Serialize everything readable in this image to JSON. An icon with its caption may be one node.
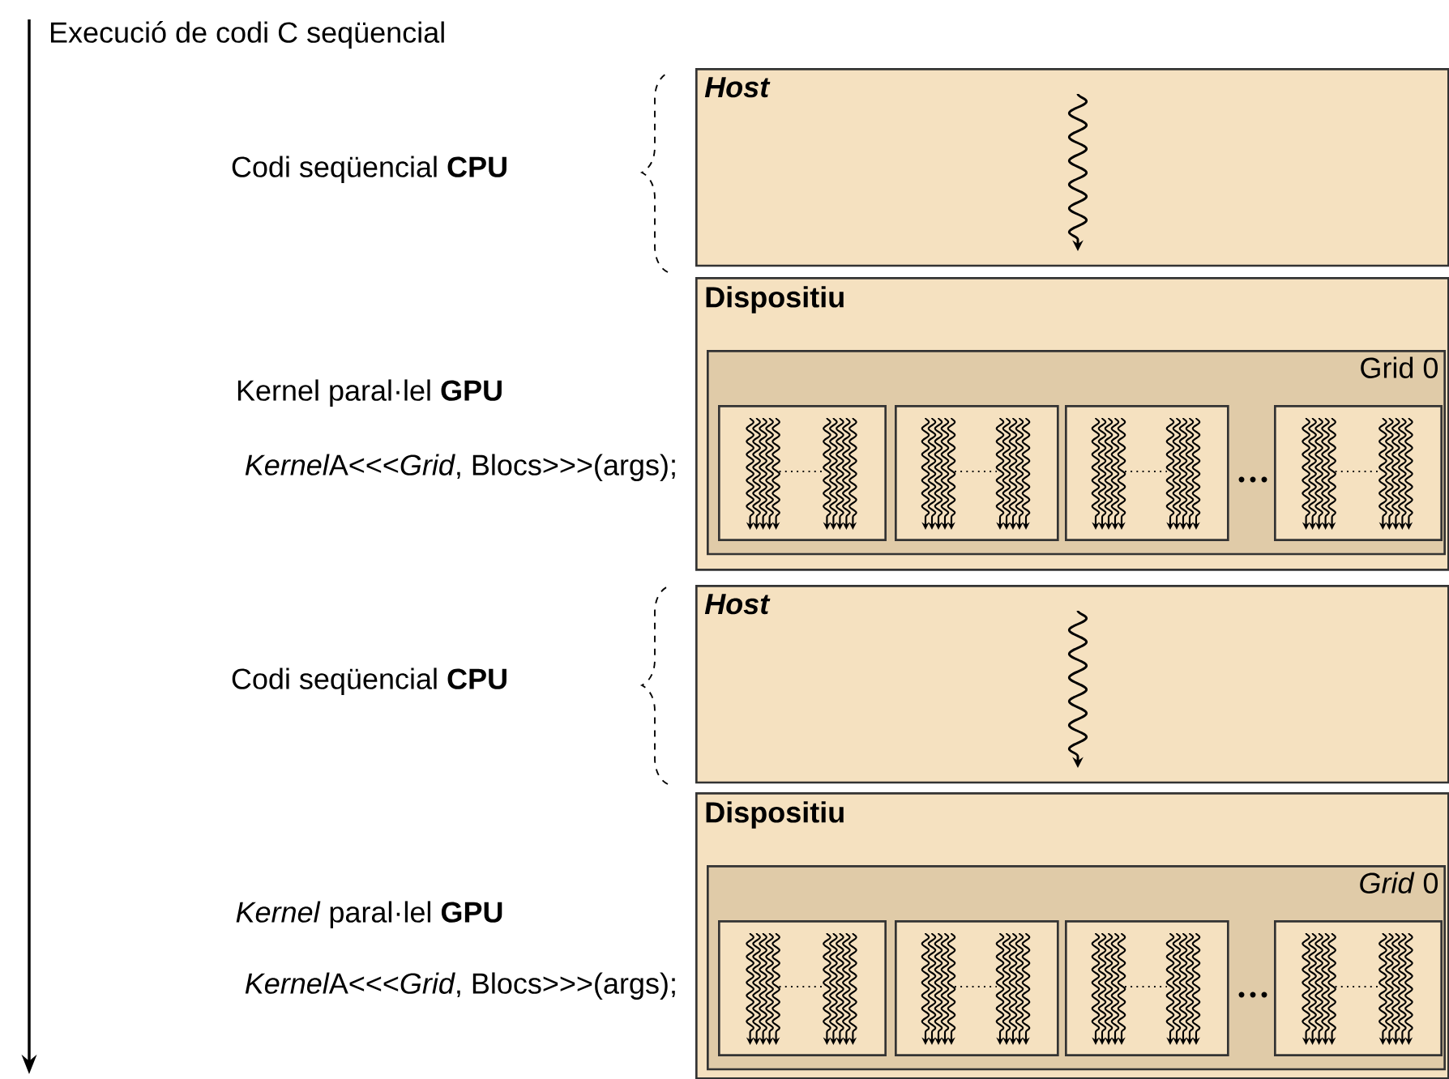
{
  "diagram": {
    "nodes": [
      {
        "text": [
          "Host"
        ]
      },
      {
        "text": [
          "Dispositiu"
        ]
      },
      {
        "text": [
          "Grid 0"
        ],
        "in": 1
      },
      {
        "text": [],
        "shape": "box",
        "in": 2
      },
      {
        "text": [],
        "shape": "box",
        "in": 2
      },
      {
        "text": [],
        "shape": "box",
        "in": 2
      },
      {
        "text": [],
        "shape": "box",
        "in": 2
      },
      {
        "text": [
          "Host"
        ]
      },
      {
        "text": [
          "Dispositiu"
        ]
      },
      {
        "text": [
          "*Grid* 0"
        ],
        "in": 8
      },
      {
        "text": [],
        "shape": "box",
        "in": 9
      },
      {
        "text": [],
        "shape": "box",
        "in": 9
      },
      {
        "text": [],
        "shape": "box",
        "in": 9
      },
      {
        "text": [],
        "shape": "box",
        "in": 9
      }
    ],
    "labels": [
      "Execució de codi C seqüencial",
      "Codi seqüencial **CPU**",
      "Kernel paral·lel **GPU**",
      "Kernel",
      "A<<<*Grid*, Blocs>>>(args);",
      "Codi seqüencial **CPU**",
      "*Kernel* paral·lel **GPU**",
      "Kernel",
      "A<<<*Grid*, Blocs>>>(args);"
    ]
  }
}
